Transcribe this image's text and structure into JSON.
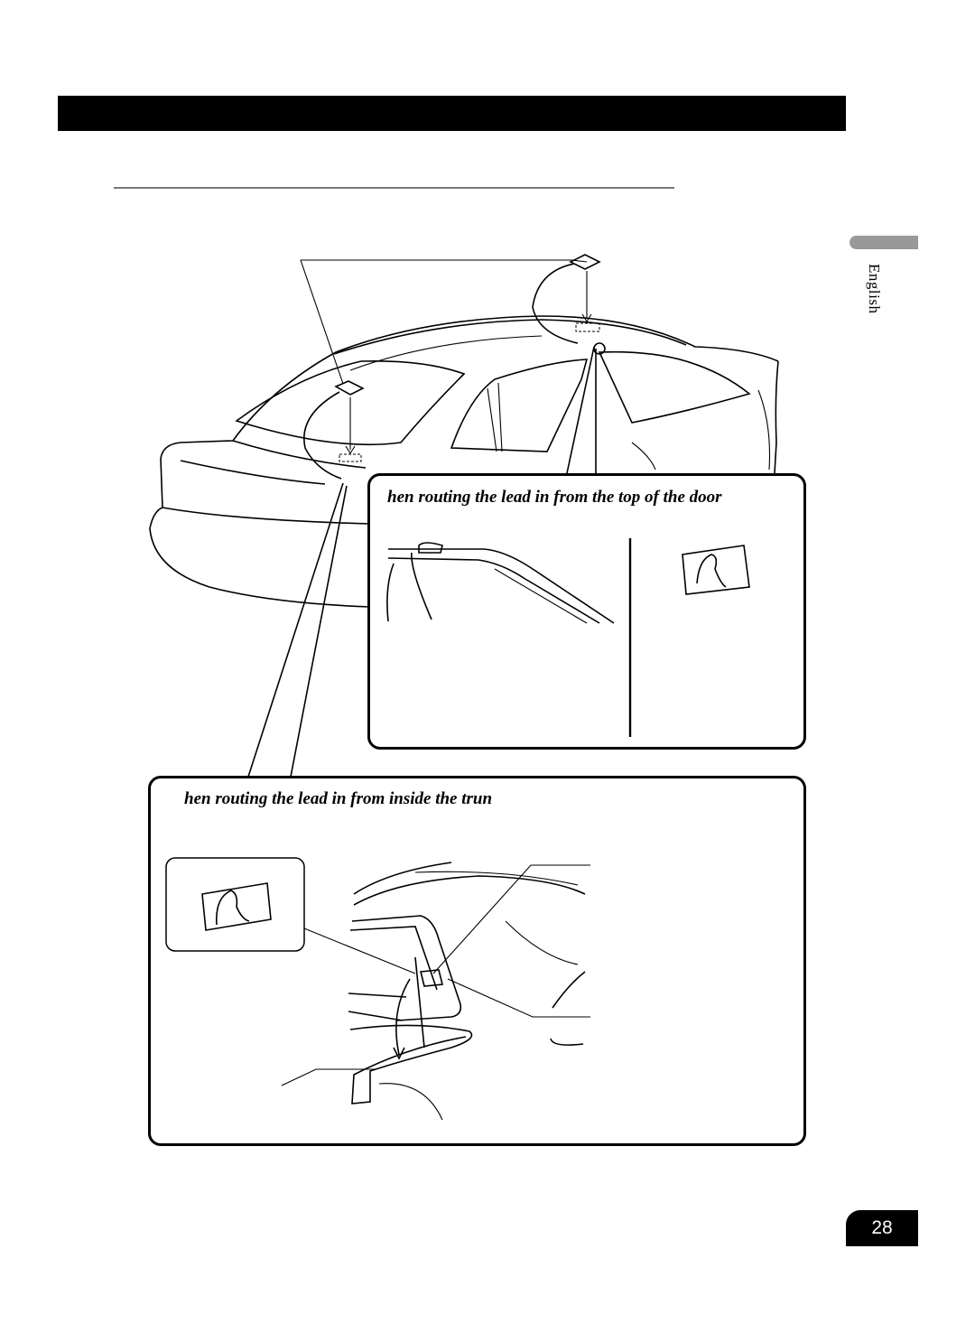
{
  "side_tab": {
    "language": "English"
  },
  "captions": {
    "door": "hen routing the lead in from the top of the door",
    "trunk": "hen routing the lead in from inside the trun"
  },
  "page_number": "28"
}
